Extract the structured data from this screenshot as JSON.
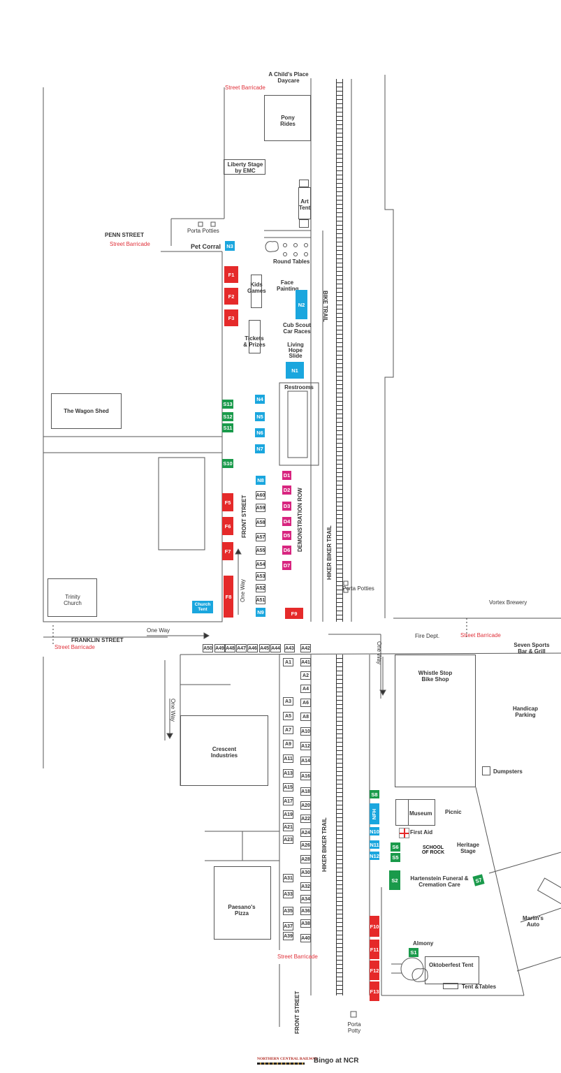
{
  "title": "Bingo at NCR",
  "logo_text": "Northern Central Railway",
  "colors": {
    "food": "#e52a2a",
    "nonprofit": "#1aa6de",
    "sponsor": "#1a9a4b",
    "demonstration": "#d8257f",
    "barricade": "#e0313a"
  },
  "labels": {
    "childs_place": "A Child's Place\nDaycare",
    "street_barricade": "Street Barricade",
    "pony_rides": "Pony Rides",
    "liberty_stage": "Liberty Stage by EMC",
    "art_tent": "Art Tent",
    "penn_street": "PENN STREET",
    "porta_potties": "Porta Potties",
    "pet_corral": "Pet Corral",
    "round_tables": "Round Tables",
    "face_painting": "Face Painting",
    "kids_games": "Kids Games",
    "bike_trail": "BIKE TRAIL",
    "cub_scout": "Cub Scout Car Races",
    "tickets": "Tickets & Prizes",
    "living_hope": "Living Hope Slide",
    "restrooms": "Restrooms",
    "wagon_shed": "The Wagon Shed",
    "front_street": "FRONT STREET",
    "demonstration_row": "DEMONSTRATION ROW",
    "hiker_biker_trail": "HIKER BIKER TRAIL",
    "one_way": "One Way",
    "trinity_church": "Trinity Church",
    "vortex": "Vortex Brewery",
    "franklin_street": "FRANKLIN STREET",
    "fire_dept": "Fire Dept.",
    "seven_sports": "Seven Sports Bar & Grill",
    "whistle_stop": "Whistle Stop Bike Shop",
    "handicap": "Handicap Parking",
    "crescent": "Crescent Industries",
    "dumpsters": "Dumpsters",
    "museum": "Museum",
    "picnic": "Picnic",
    "first_aid": "First Aid",
    "school_of_rock": "SCHOOL OF ROCK",
    "heritage_stage": "Heritage Stage",
    "hartenstein": "Hartenstein Funeral & Cremation Care",
    "marlins": "Marlin's Auto",
    "paesanos": "Paesano's Pizza",
    "almony": "Almony",
    "oktoberfest": "Oktoberfest Tent",
    "tent_tables": "Tent &Tables",
    "porta_potty": "Porta Potty"
  },
  "booths": [
    {
      "id": "F1",
      "type": "red"
    },
    {
      "id": "F2",
      "type": "red"
    },
    {
      "id": "F3",
      "type": "red"
    },
    {
      "id": "F5",
      "type": "red"
    },
    {
      "id": "F6",
      "type": "red"
    },
    {
      "id": "F7",
      "type": "red"
    },
    {
      "id": "F8",
      "type": "red"
    },
    {
      "id": "F9",
      "type": "red"
    },
    {
      "id": "F10",
      "type": "red"
    },
    {
      "id": "F11",
      "type": "red"
    },
    {
      "id": "F12",
      "type": "red"
    },
    {
      "id": "F13",
      "type": "red"
    },
    {
      "id": "N1",
      "type": "blue"
    },
    {
      "id": "N2",
      "type": "blue"
    },
    {
      "id": "N3",
      "type": "blue"
    },
    {
      "id": "N4",
      "type": "blue"
    },
    {
      "id": "N5",
      "type": "blue"
    },
    {
      "id": "N6",
      "type": "blue"
    },
    {
      "id": "N7",
      "type": "blue"
    },
    {
      "id": "N8",
      "type": "blue"
    },
    {
      "id": "N9",
      "type": "blue"
    },
    {
      "id": "Church Tent",
      "type": "blue"
    },
    {
      "id": "NFH",
      "type": "blue"
    },
    {
      "id": "N10",
      "type": "blue"
    },
    {
      "id": "N11",
      "type": "blue"
    },
    {
      "id": "N12",
      "type": "blue"
    },
    {
      "id": "S1",
      "type": "green"
    },
    {
      "id": "S2",
      "type": "green"
    },
    {
      "id": "S5",
      "type": "green"
    },
    {
      "id": "S6",
      "type": "green"
    },
    {
      "id": "S7",
      "type": "green"
    },
    {
      "id": "S8",
      "type": "green"
    },
    {
      "id": "S10",
      "type": "green"
    },
    {
      "id": "S11",
      "type": "green"
    },
    {
      "id": "S12",
      "type": "green"
    },
    {
      "id": "S13",
      "type": "green"
    },
    {
      "id": "D1",
      "type": "magenta"
    },
    {
      "id": "D2",
      "type": "magenta"
    },
    {
      "id": "D3",
      "type": "magenta"
    },
    {
      "id": "D4",
      "type": "magenta"
    },
    {
      "id": "D5",
      "type": "magenta"
    },
    {
      "id": "D6",
      "type": "magenta"
    },
    {
      "id": "D7",
      "type": "magenta"
    },
    {
      "id": "A1",
      "type": "outline"
    },
    {
      "id": "A2",
      "type": "outline"
    },
    {
      "id": "A3",
      "type": "outline"
    },
    {
      "id": "A4",
      "type": "outline"
    },
    {
      "id": "A5",
      "type": "outline"
    },
    {
      "id": "A6",
      "type": "outline"
    },
    {
      "id": "A7",
      "type": "outline"
    },
    {
      "id": "A8",
      "type": "outline"
    },
    {
      "id": "A9",
      "type": "outline"
    },
    {
      "id": "A10",
      "type": "outline"
    },
    {
      "id": "A11",
      "type": "outline"
    },
    {
      "id": "A12",
      "type": "outline"
    },
    {
      "id": "A13",
      "type": "outline"
    },
    {
      "id": "A14",
      "type": "outline"
    },
    {
      "id": "A15",
      "type": "outline"
    },
    {
      "id": "A16",
      "type": "outline"
    },
    {
      "id": "A17",
      "type": "outline"
    },
    {
      "id": "A18",
      "type": "outline"
    },
    {
      "id": "A19",
      "type": "outline"
    },
    {
      "id": "A20",
      "type": "outline"
    },
    {
      "id": "A21",
      "type": "outline"
    },
    {
      "id": "A22",
      "type": "outline"
    },
    {
      "id": "A23",
      "type": "outline"
    },
    {
      "id": "A24",
      "type": "outline"
    },
    {
      "id": "A26",
      "type": "outline"
    },
    {
      "id": "A28",
      "type": "outline"
    },
    {
      "id": "A30",
      "type": "outline"
    },
    {
      "id": "A31",
      "type": "outline"
    },
    {
      "id": "A32",
      "type": "outline"
    },
    {
      "id": "A33",
      "type": "outline"
    },
    {
      "id": "A34",
      "type": "outline"
    },
    {
      "id": "A35",
      "type": "outline"
    },
    {
      "id": "A36",
      "type": "outline"
    },
    {
      "id": "A37",
      "type": "outline"
    },
    {
      "id": "A38",
      "type": "outline"
    },
    {
      "id": "A39",
      "type": "outline"
    },
    {
      "id": "A40",
      "type": "outline"
    },
    {
      "id": "A41",
      "type": "outline"
    },
    {
      "id": "A42",
      "type": "outline"
    },
    {
      "id": "A43",
      "type": "outline"
    },
    {
      "id": "A44",
      "type": "outline"
    },
    {
      "id": "A45",
      "type": "outline"
    },
    {
      "id": "A46",
      "type": "outline"
    },
    {
      "id": "A47",
      "type": "outline"
    },
    {
      "id": "A48",
      "type": "outline"
    },
    {
      "id": "A49",
      "type": "outline"
    },
    {
      "id": "A50",
      "type": "outline"
    },
    {
      "id": "A51",
      "type": "outline"
    },
    {
      "id": "A52",
      "type": "outline"
    },
    {
      "id": "A53",
      "type": "outline"
    },
    {
      "id": "A54",
      "type": "outline"
    },
    {
      "id": "A55",
      "type": "outline"
    },
    {
      "id": "A57",
      "type": "outline"
    },
    {
      "id": "A58",
      "type": "outline"
    },
    {
      "id": "A59",
      "type": "outline"
    },
    {
      "id": "A60",
      "type": "outline"
    }
  ]
}
